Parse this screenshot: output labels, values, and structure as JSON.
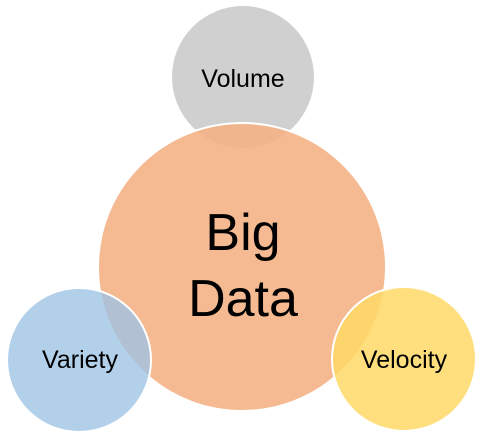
{
  "diagram": {
    "center": {
      "line1": "Big",
      "line2": "Data",
      "color": "#F4B183"
    },
    "top": {
      "label": "Volume",
      "color": "#C9C9C9"
    },
    "left": {
      "label": "Variety",
      "color": "#9DC3E6"
    },
    "right": {
      "label": "Velocity",
      "color": "#FFD966"
    },
    "circle_stroke": "#ffffff"
  }
}
